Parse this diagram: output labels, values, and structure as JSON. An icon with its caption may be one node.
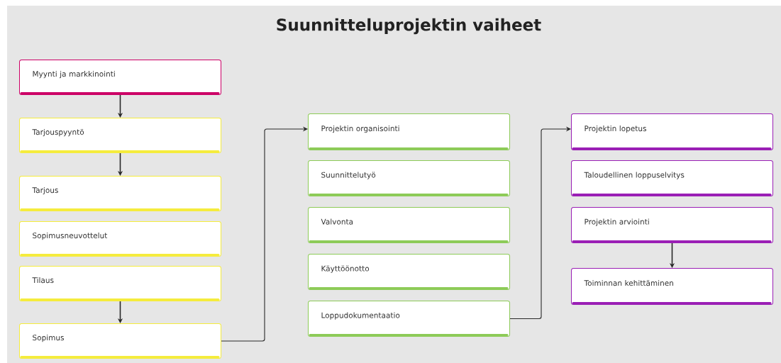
{
  "diagram": {
    "title": "Suunnitteluprojektin vaiheet",
    "nodes": [
      {
        "text": [
          "Myynti ja markkinointi"
        ]
      },
      {
        "text": [
          "Tarjouspyyntö"
        ]
      },
      {
        "text": [
          "Tarjous"
        ]
      },
      {
        "text": [
          "Sopimusneuvottelut"
        ]
      },
      {
        "text": [
          "Tilaus"
        ]
      },
      {
        "text": [
          "Sopimus"
        ]
      },
      {
        "text": [
          "Projektin organisointi"
        ]
      },
      {
        "text": [
          "Suunnittelutyö"
        ]
      },
      {
        "text": [
          "Valvonta"
        ]
      },
      {
        "text": [
          "Käyttöönotto"
        ]
      },
      {
        "text": [
          "Loppudokumentaatio"
        ]
      },
      {
        "text": [
          "Projektin lopetus"
        ]
      },
      {
        "text": [
          "Taloudellinen loppuselvitys"
        ]
      },
      {
        "text": [
          "Projektin arviointi"
        ]
      },
      {
        "text": [
          "Toiminnan kehittäminen"
        ]
      }
    ],
    "edges": [
      {
        "from": 0,
        "to": 1,
        "arrow": "to"
      },
      {
        "from": 1,
        "to": 2,
        "arrow": "to"
      },
      {
        "from": 4,
        "to": 5,
        "arrow": "to"
      },
      {
        "from": 5,
        "to": 6,
        "arrow": "to"
      },
      {
        "from": 10,
        "to": 11,
        "arrow": "to"
      },
      {
        "from": 13,
        "to": 14,
        "arrow": "to"
      }
    ]
  }
}
